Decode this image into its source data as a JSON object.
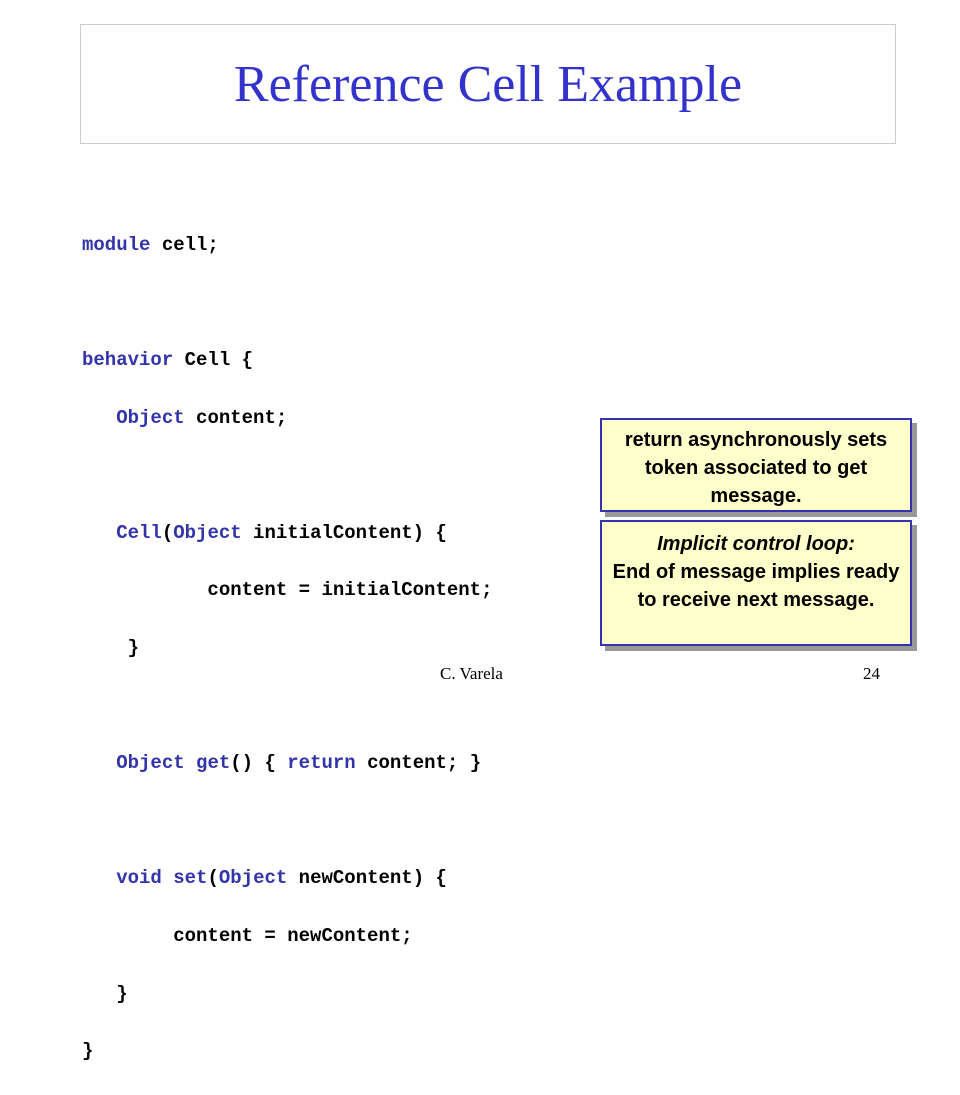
{
  "slide": {
    "title": "Reference Cell Example",
    "footer_author": "C. Varela",
    "page_number": "24"
  },
  "code": {
    "l1_kw": "module",
    "l1_rest": " cell;",
    "l2_kw": "behavior",
    "l2_rest": " Cell {",
    "l3_indent": "   ",
    "l3_kw": "Object",
    "l3_rest": " content;",
    "l4_indent": "   ",
    "l4_kw1": "Cell",
    "l4_p1": "(",
    "l4_kw2": "Object",
    "l4_rest": " initialContent) {",
    "l5_text": "           content = initialContent;",
    "l6_text": "    }",
    "l7_indent": "   ",
    "l7_kw1": "Object",
    "l7_sp": " ",
    "l7_kw2": "get",
    "l7_mid": "() { ",
    "l7_kw3": "return",
    "l7_rest": " content; }",
    "l8_indent": "   ",
    "l8_kw1": "void",
    "l8_sp": " ",
    "l8_kw2": "set",
    "l8_p1": "(",
    "l8_kw3": "Object",
    "l8_rest": " newContent) {",
    "l9_text": "        content = newContent;",
    "l10_text": "   }",
    "l11_text": "}"
  },
  "notes": {
    "return_note": "return asynchronously sets token associated to get message.",
    "loop_title": "Implicit control loop:",
    "loop_body": "End of message implies ready to receive next message."
  },
  "colors": {
    "title": "#3333cc",
    "keyword": "#3333aa",
    "note_bg": "#ffffcc",
    "note_border": "#3333aa"
  }
}
